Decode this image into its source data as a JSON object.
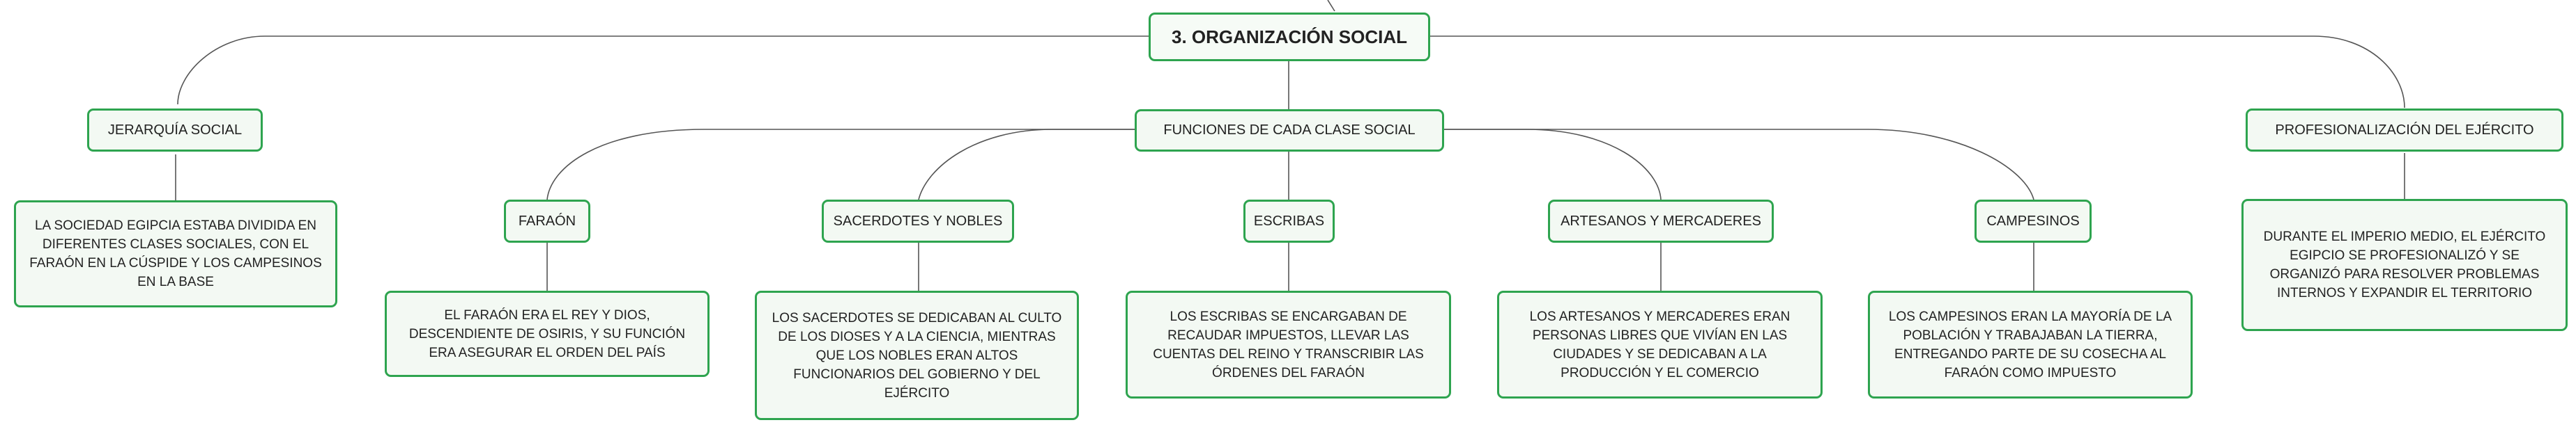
{
  "diagram": {
    "root": {
      "title": "3. ORGANIZACIÓN SOCIAL"
    },
    "branches": [
      {
        "label": "JERARQUÍA SOCIAL",
        "description": "LA SOCIEDAD EGIPCIA ESTABA DIVIDIDA EN DIFERENTES CLASES SOCIALES, CON EL FARAÓN EN LA CÚSPIDE Y LOS CAMPESINOS EN LA BASE"
      },
      {
        "label": "FUNCIONES DE CADA CLASE SOCIAL",
        "classes": [
          {
            "label": "FARAÓN",
            "description": "EL FARAÓN ERA EL REY Y DIOS, DESCENDIENTE DE OSIRIS, Y SU FUNCIÓN ERA ASEGURAR EL ORDEN DEL PAÍS"
          },
          {
            "label": "SACERDOTES Y NOBLES",
            "description": "LOS SACERDOTES SE DEDICABAN AL CULTO DE LOS DIOSES Y A LA CIENCIA, MIENTRAS QUE LOS NOBLES ERAN ALTOS FUNCIONARIOS DEL GOBIERNO Y DEL EJÉRCITO"
          },
          {
            "label": "ESCRIBAS",
            "description": "LOS ESCRIBAS SE ENCARGABAN DE RECAUDAR IMPUESTOS, LLEVAR LAS CUENTAS DEL REINO Y TRANSCRIBIR LAS ÓRDENES DEL FARAÓN"
          },
          {
            "label": "ARTESANOS Y MERCADERES",
            "description": "LOS ARTESANOS Y MERCADERES ERAN PERSONAS LIBRES QUE VIVÍAN EN LAS CIUDADES Y SE DEDICABAN A LA PRODUCCIÓN Y EL COMERCIO"
          },
          {
            "label": "CAMPESINOS",
            "description": "LOS CAMPESINOS ERAN LA MAYORÍA DE LA POBLACIÓN Y TRABAJABAN LA TIERRA, ENTREGANDO PARTE DE SU COSECHA AL FARAÓN COMO IMPUESTO"
          }
        ]
      },
      {
        "label": "PROFESIONALIZACIÓN DEL EJÉRCITO",
        "description": "DURANTE EL IMPERIO MEDIO, EL EJÉRCITO EGIPCIO SE PROFESIONALIZÓ Y SE ORGANIZÓ PARA RESOLVER PROBLEMAS INTERNOS Y EXPANDIR EL TERRITORIO"
      }
    ]
  },
  "colors": {
    "node_border": "#2ea44f",
    "node_fill": "#f3f9f3",
    "connector": "#555555",
    "text": "#222222"
  }
}
